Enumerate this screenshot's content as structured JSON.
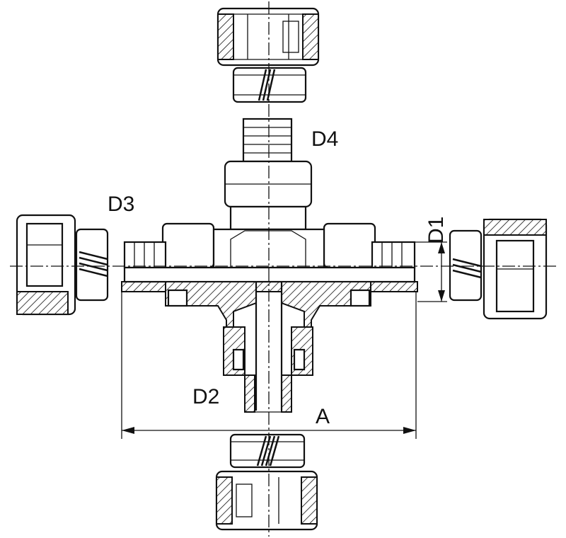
{
  "labels": {
    "d1": "D1",
    "d2": "D2",
    "d3": "D3",
    "d4": "D4",
    "a": "A"
  }
}
